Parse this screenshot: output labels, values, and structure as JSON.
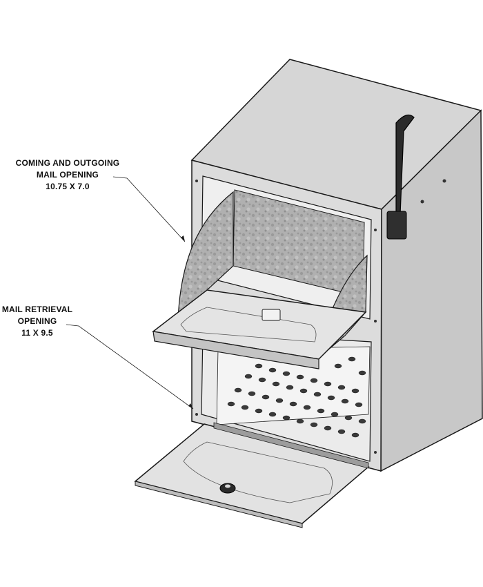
{
  "labels": {
    "incoming_outgoing": {
      "line1": "COMING AND OUTGOING",
      "line2": "MAIL OPENING",
      "dimensions": "10.75 X 7.0"
    },
    "retrieval": {
      "line1": "MAIL RETRIEVAL",
      "line2": "OPENING",
      "dimensions": "11 X 9.5"
    }
  },
  "colors": {
    "outline": "#1a1a1a",
    "body_side": "#c9c9c9",
    "body_top": "#d4d4d4",
    "body_front": "#d9d9d9",
    "galvanized": "#a8a8a8",
    "dark_part": "#2b2b2b",
    "interior": "#ececec"
  }
}
